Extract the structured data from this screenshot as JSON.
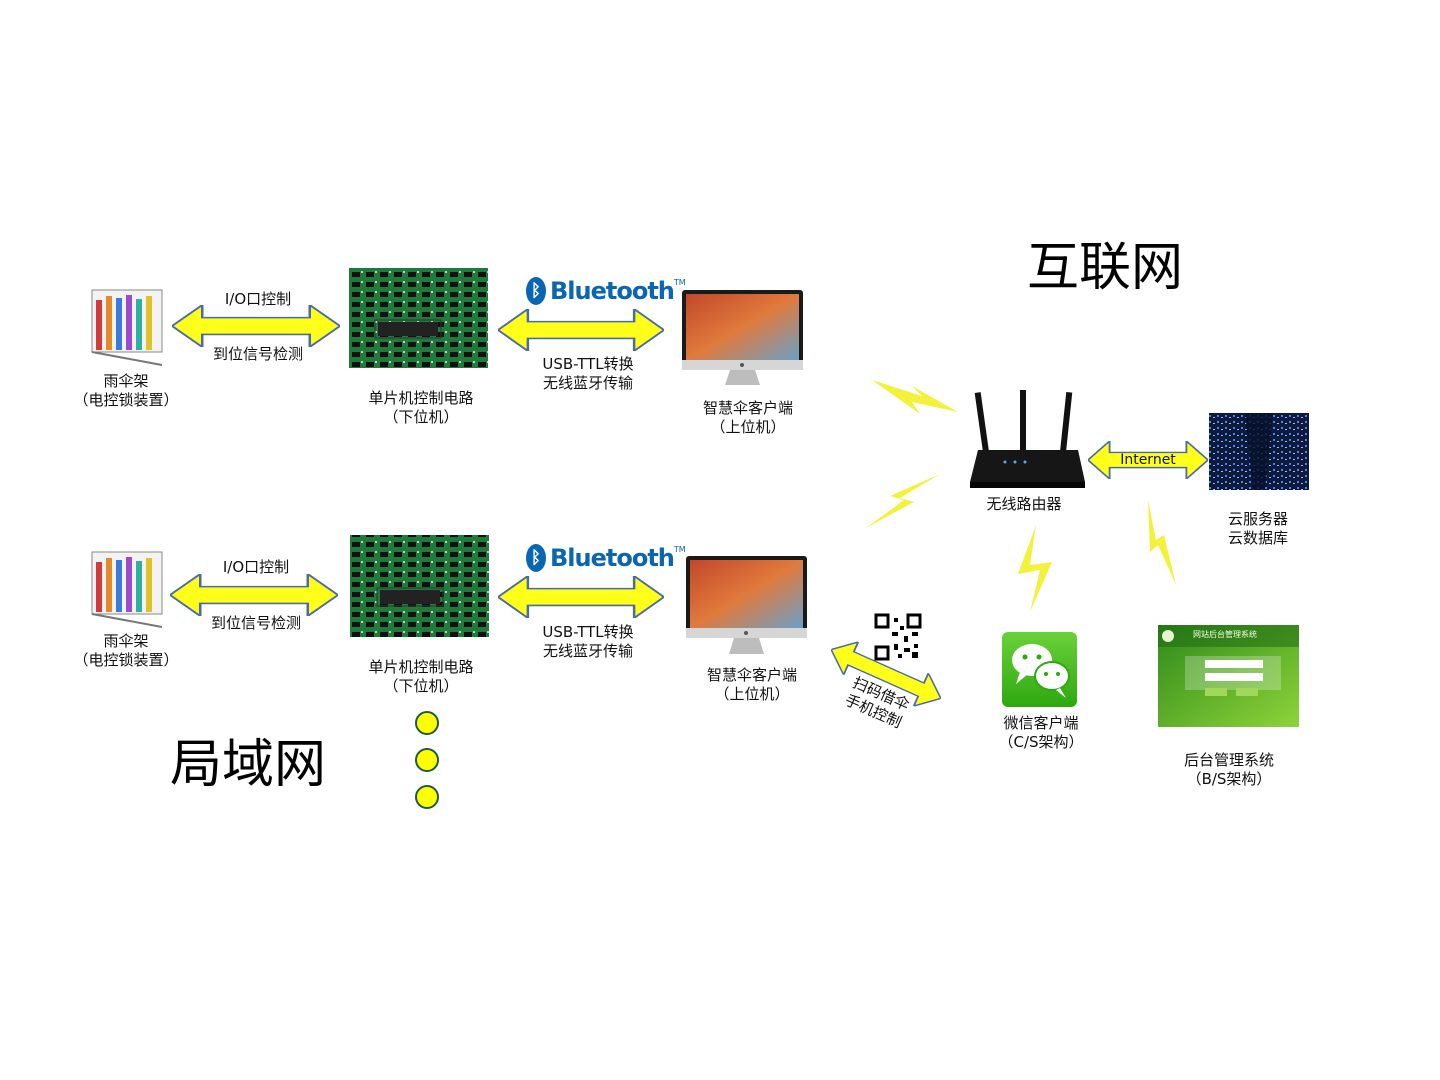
{
  "diagram": {
    "internet_title": "互联网",
    "lan_title": "局域网",
    "rows": [
      {
        "rack_label_1": "雨伞架",
        "rack_label_2": "（电控锁装置）",
        "io_top": "I/O口控制",
        "io_bottom": "到位信号检测",
        "mcu_label_1": "单片机控制电路",
        "mcu_label_2": "（下位机）",
        "bluetooth": "Bluetooth",
        "usb_1": "USB-TTL转换",
        "usb_2": "无线蓝牙传输",
        "client_label_1": "智慧伞客户端",
        "client_label_2": "（上位机）"
      },
      {
        "rack_label_1": "雨伞架",
        "rack_label_2": "（电控锁装置）",
        "io_top": "I/O口控制",
        "io_bottom": "到位信号检测",
        "mcu_label_1": "单片机控制电路",
        "mcu_label_2": "（下位机）",
        "bluetooth": "Bluetooth",
        "usb_1": "USB-TTL转换",
        "usb_2": "无线蓝牙传输",
        "client_label_1": "智慧伞客户端",
        "client_label_2": "（上位机）"
      }
    ],
    "router_label": "无线路由器",
    "internet_arrow": "Internet",
    "cloud_label_1": "云服务器",
    "cloud_label_2": "云数据库",
    "scan_label_1": "扫码借伞",
    "scan_label_2": "手机控制",
    "wechat_label_1": "微信客户端",
    "wechat_label_2": "（C/S架构）",
    "admin_label_1": "后台管理系统",
    "admin_label_2": "（B/S架构）",
    "admin_window_title": "网站后台管理系统",
    "colors": {
      "arrow_fill": "#ffff1a",
      "arrow_stroke": "#4a6aa8",
      "bolt": "#f2f23c",
      "dots": "#ffff00",
      "bluetooth": "#0a66b3"
    }
  }
}
